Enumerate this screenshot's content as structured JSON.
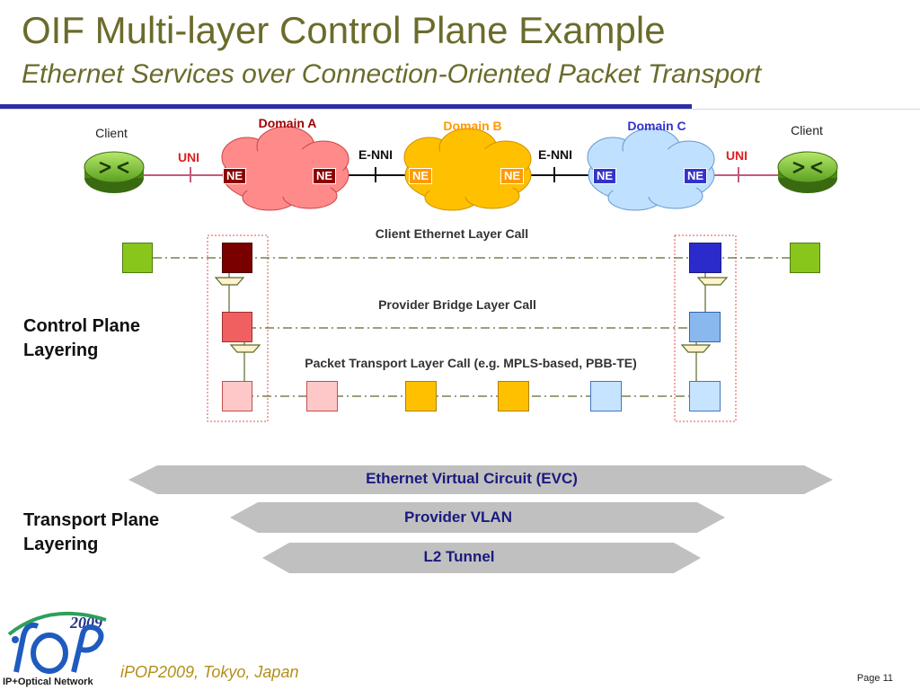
{
  "header": {
    "title": "OIF Multi-layer Control Plane Example",
    "subtitle": "Ethernet Services over Connection-Oriented Packet Transport"
  },
  "network": {
    "client_left": "Client",
    "client_right": "Client",
    "uni_left": "UNI",
    "uni_right": "UNI",
    "enni_1": "E-NNI",
    "enni_2": "E-NNI",
    "domain_a": "Domain A",
    "domain_b": "Domain B",
    "domain_c": "Domain C",
    "ne_label": "NE",
    "colors": {
      "domain_a": "#ff8a8a",
      "domain_b": "#ffc000",
      "domain_c": "#bfe0ff",
      "ne_a": "#8b0000",
      "ne_b": "#ff9900",
      "ne_c": "#3333cc"
    }
  },
  "layers": {
    "client_call": "Client Ethernet Layer Call",
    "bridge_call": "Provider Bridge Layer Call",
    "packet_call": "Packet Transport Layer Call (e.g. MPLS-based, PBB-TE)"
  },
  "sections": {
    "control_line1": "Control Plane",
    "control_line2": "Layering",
    "transport_line1": "Transport Plane",
    "transport_line2": "Layering"
  },
  "arrows": {
    "evc": "Ethernet Virtual Circuit (EVC)",
    "pvlan": "Provider VLAN",
    "l2tunnel": "L2 Tunnel"
  },
  "footer": {
    "logo_year": "2009",
    "logo_text": "IP+Optical Network",
    "conference": "iPOP2009, Tokyo, Japan",
    "page": "Page 11"
  }
}
